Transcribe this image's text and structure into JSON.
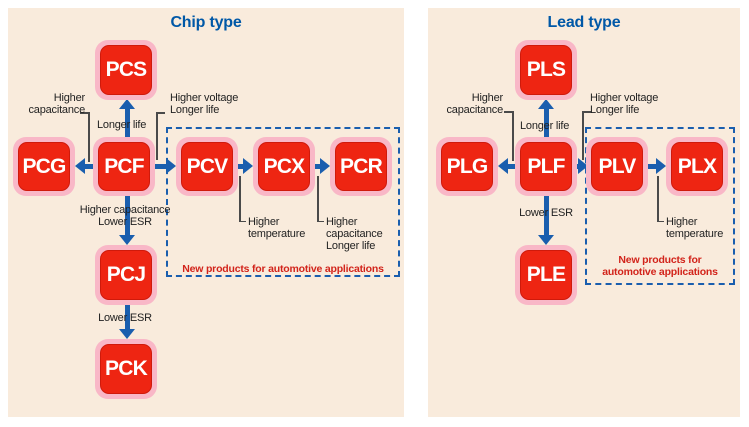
{
  "colors": {
    "panel_bg": "#F9EBDC",
    "node_red": "#EE2512",
    "node_pink": "#F9B7C7",
    "arrow_blue": "#1A5EAE",
    "title_blue": "#0058A7",
    "note_red": "#D2231A"
  },
  "chip": {
    "title": "Chip type",
    "nodes": {
      "pcs": "PCS",
      "pcg": "PCG",
      "pcf": "PCF",
      "pcv": "PCV",
      "pcx": "PCX",
      "pcr": "PCR",
      "pcj": "PCJ",
      "pck": "PCK"
    },
    "labels": {
      "higher_capacitance": [
        "Higher",
        "capacitance"
      ],
      "longer_life": "Longer life",
      "higher_voltage": [
        "Higher voltage",
        "Longer life"
      ],
      "down1": [
        "Higher capacitance",
        "Lower ESR"
      ],
      "down2": "Lower ESR",
      "temp": [
        "Higher",
        "temperature"
      ],
      "cap_life": [
        "Higher",
        "capacitance",
        "Longer life"
      ],
      "note": "New products for automotive applications"
    }
  },
  "lead": {
    "title": "Lead type",
    "nodes": {
      "pls": "PLS",
      "plg": "PLG",
      "plf": "PLF",
      "plv": "PLV",
      "plx": "PLX",
      "ple": "PLE"
    },
    "labels": {
      "higher_capacitance": [
        "Higher",
        "capacitance"
      ],
      "longer_life": "Longer life",
      "higher_voltage": [
        "Higher voltage",
        "Longer life"
      ],
      "down1": "Lower ESR",
      "temp": [
        "Higher",
        "temperature"
      ],
      "note": [
        "New products for",
        "automotive applications"
      ]
    }
  }
}
